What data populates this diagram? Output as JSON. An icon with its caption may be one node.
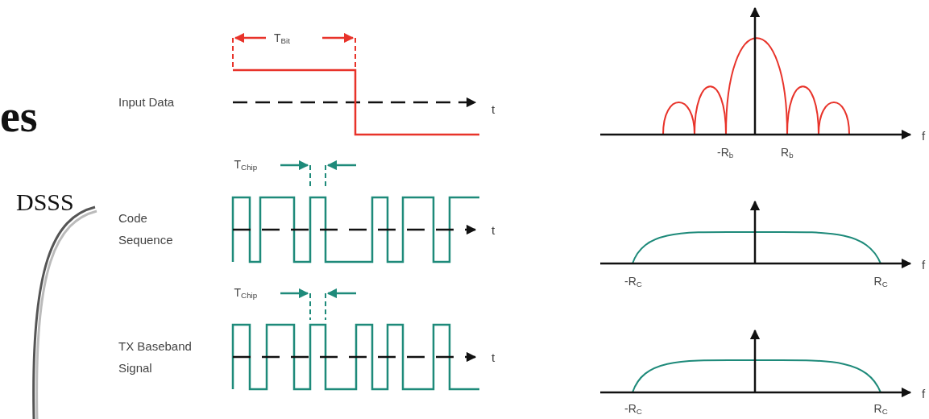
{
  "diagram": {
    "labels": [
      "es",
      "T$_{Bit}$",
      "Input Data",
      "t",
      "f",
      "-R$_{b}$",
      "R$_{b}$",
      "T$_{Chip}$",
      "DSSS",
      "Code Sequence",
      "t",
      "f",
      "-R$_{C}$",
      "R$_{C}$",
      "T$_{Chip}$",
      "TX Baseband Signal",
      "t",
      "f",
      "-R$_{C}$",
      "R$_{C}$"
    ]
  }
}
